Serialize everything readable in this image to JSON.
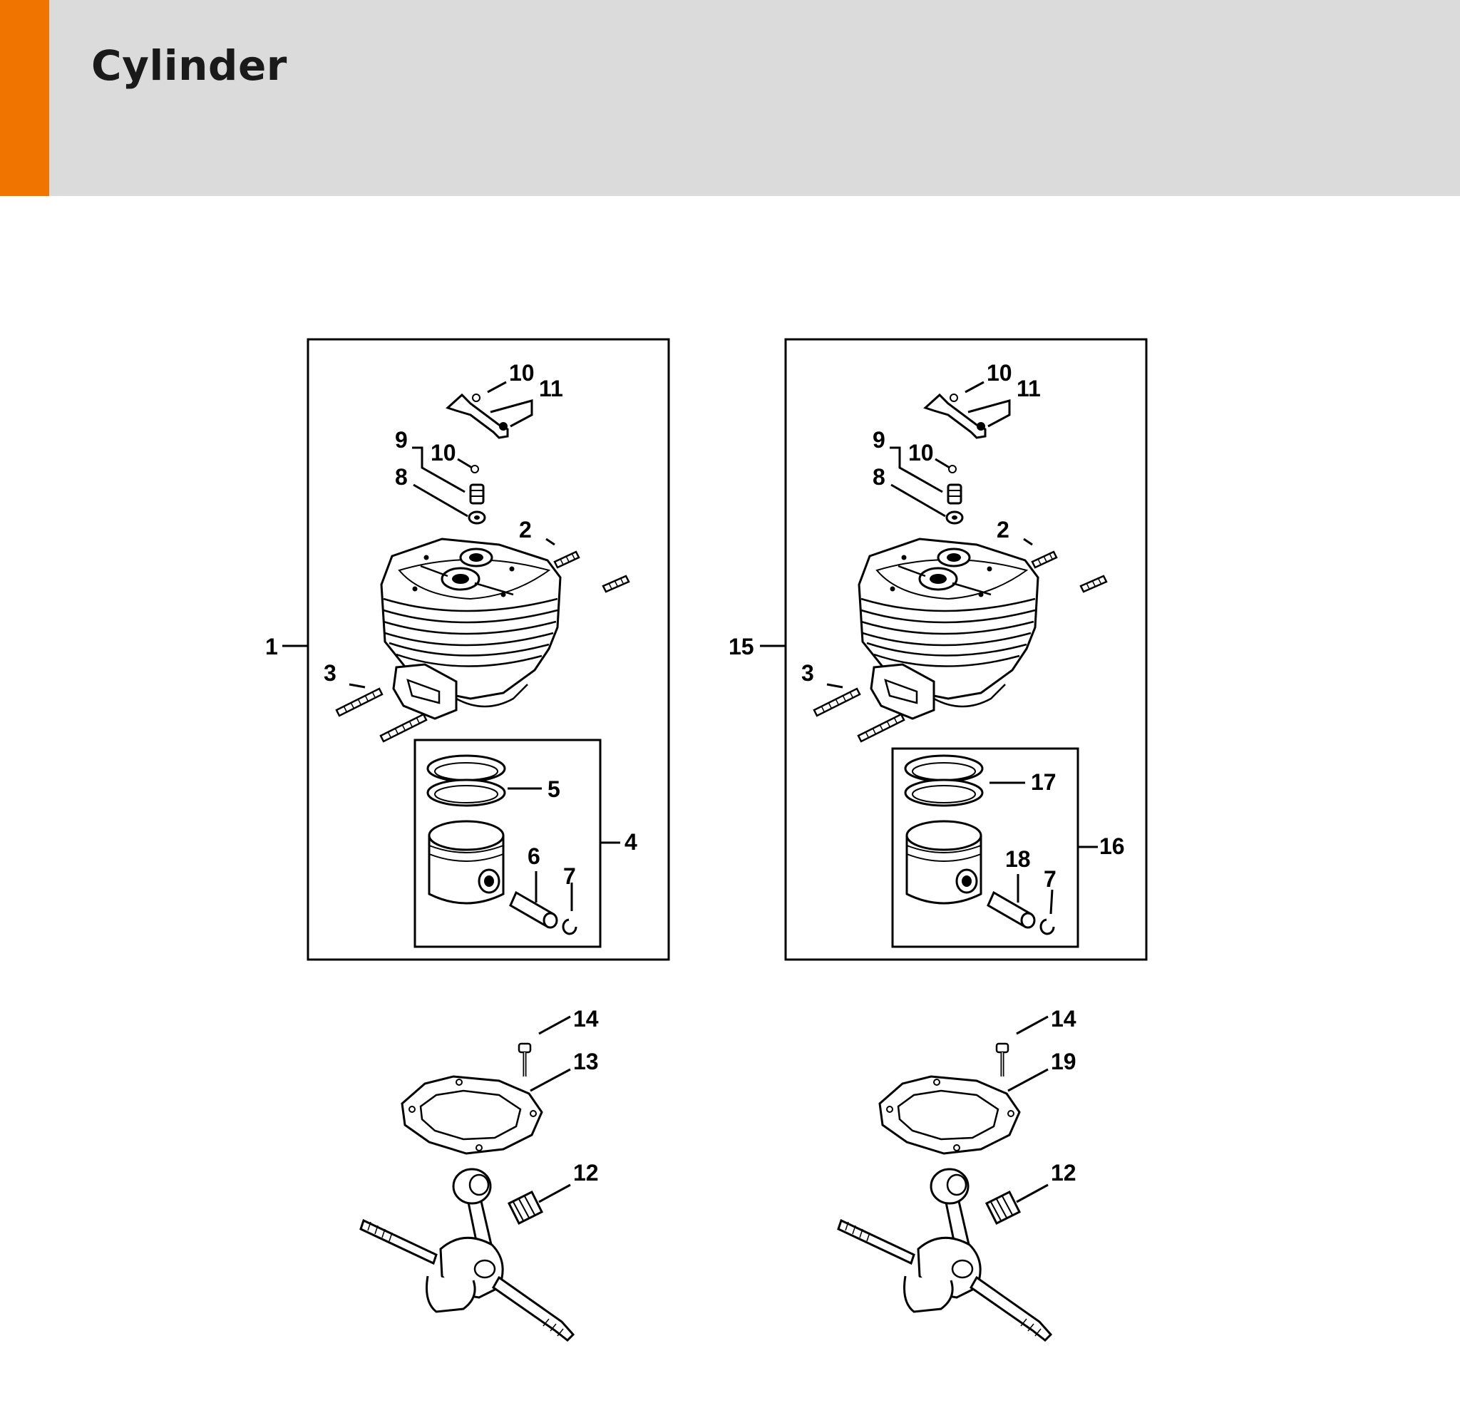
{
  "page": {
    "title": "Cylinder"
  },
  "colors": {
    "accent": "#f07400",
    "header_bg": "#dadbda",
    "line": "#000000"
  },
  "callouts_left": {
    "c1": "1",
    "c2": "2",
    "c3": "3",
    "c4": "4",
    "c5": "5",
    "c6": "6",
    "c7": "7",
    "c8": "8",
    "c9": "9",
    "c10a": "10",
    "c10b": "10",
    "c11": "11",
    "c12": "12",
    "c13": "13",
    "c14": "14"
  },
  "callouts_right": {
    "c15": "15",
    "c2": "2",
    "c3": "3",
    "c16": "16",
    "c17": "17",
    "c18": "18",
    "c7": "7",
    "c8": "8",
    "c9": "9",
    "c10a": "10",
    "c10b": "10",
    "c11": "11",
    "c12": "12",
    "c19": "19",
    "c14": "14"
  }
}
